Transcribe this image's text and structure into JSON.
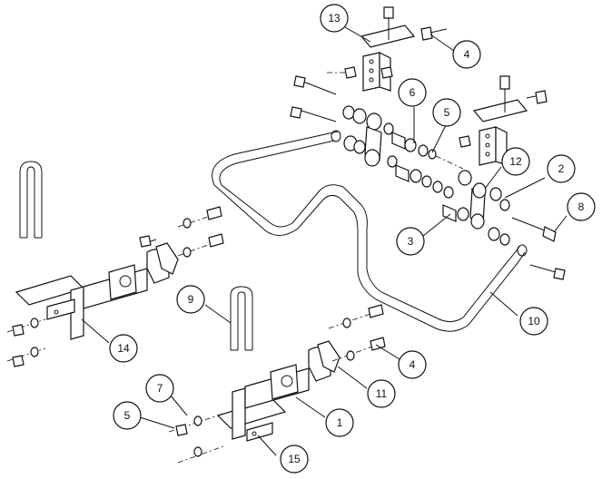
{
  "diagram": {
    "callouts": [
      {
        "id": "c13",
        "label": "13"
      },
      {
        "id": "c4a",
        "label": "4"
      },
      {
        "id": "c6",
        "label": "6"
      },
      {
        "id": "c5a",
        "label": "5"
      },
      {
        "id": "c12",
        "label": "12"
      },
      {
        "id": "c2",
        "label": "2"
      },
      {
        "id": "c8",
        "label": "8"
      },
      {
        "id": "c3",
        "label": "3"
      },
      {
        "id": "c10",
        "label": "10"
      },
      {
        "id": "c9",
        "label": "9"
      },
      {
        "id": "c14",
        "label": "14"
      },
      {
        "id": "c4b",
        "label": "4"
      },
      {
        "id": "c11",
        "label": "11"
      },
      {
        "id": "c7",
        "label": "7"
      },
      {
        "id": "c5b",
        "label": "5"
      },
      {
        "id": "c1",
        "label": "1"
      },
      {
        "id": "c15",
        "label": "15"
      }
    ]
  }
}
